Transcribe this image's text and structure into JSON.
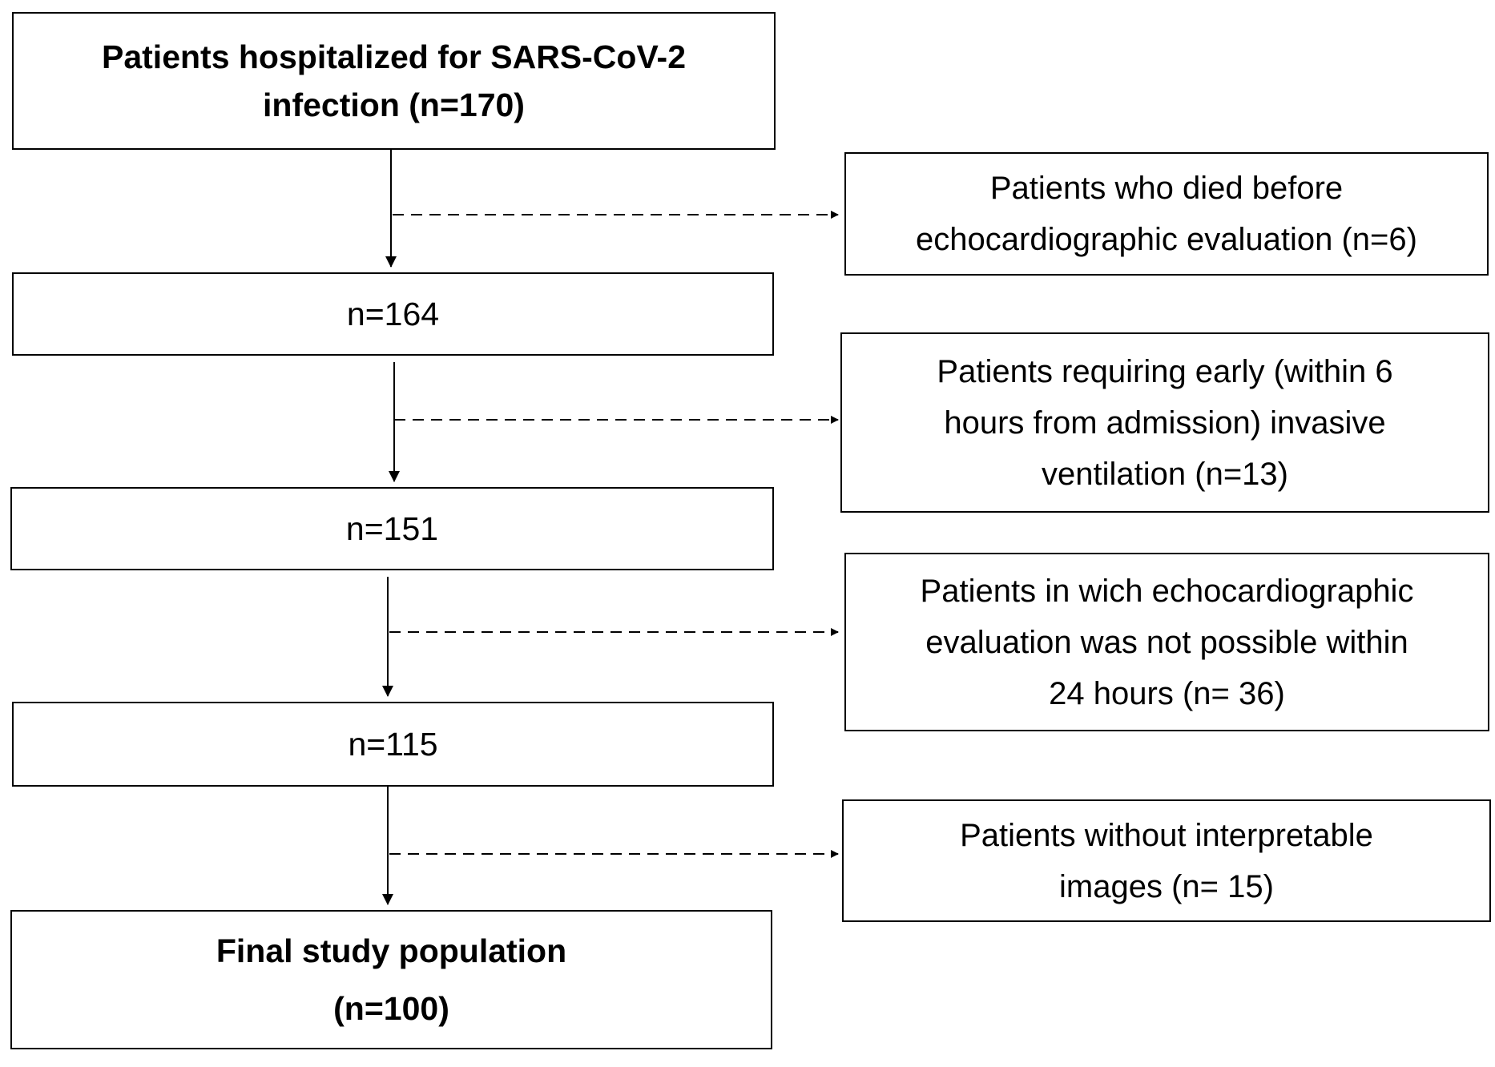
{
  "flow": {
    "start": {
      "lines": [
        "Patients hospitalized  for SARS-CoV-2",
        "infection (n=170)"
      ]
    },
    "steps": [
      {
        "label": "n=164"
      },
      {
        "label": "n=151"
      },
      {
        "label": "n=115"
      }
    ],
    "final": {
      "lines": [
        "Final study population",
        "(n=100)"
      ]
    }
  },
  "exclusions": [
    {
      "lines": [
        "Patients who died before",
        "echocardiographic evaluation (n=6)"
      ]
    },
    {
      "lines": [
        "Patients requiring early (within 6",
        "hours from admission) invasive",
        "ventilation (n=13)"
      ]
    },
    {
      "lines": [
        "Patients in wich echocardiographic",
        "evaluation was not possible within",
        "24 hours (n= 36)"
      ]
    },
    {
      "lines": [
        "Patients without interpretable",
        "images  (n= 15)"
      ]
    }
  ],
  "colors": {
    "line": "#000000",
    "border": "#000000",
    "background": "#ffffff"
  }
}
